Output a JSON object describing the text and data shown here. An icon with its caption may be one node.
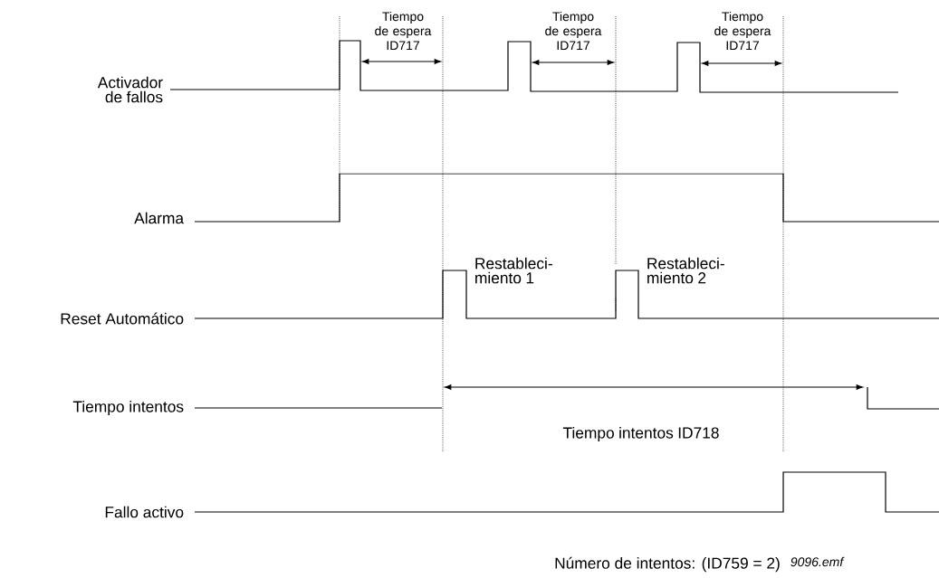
{
  "diagram": {
    "labels": [
      "Tiempo de espera ID717",
      "Tiempo de espera ID717",
      "Tiempo de espera ID717",
      "Activador de fallos",
      "Alarma",
      "Restableci- miento 1",
      "Restableci- miento 2",
      "Reset Automático",
      "Tiempo intentos",
      "Tiempo intentos ID718",
      "Fallo activo",
      "Número de intentos: (ID759 = 2)",
      "9096.emf"
    ]
  }
}
